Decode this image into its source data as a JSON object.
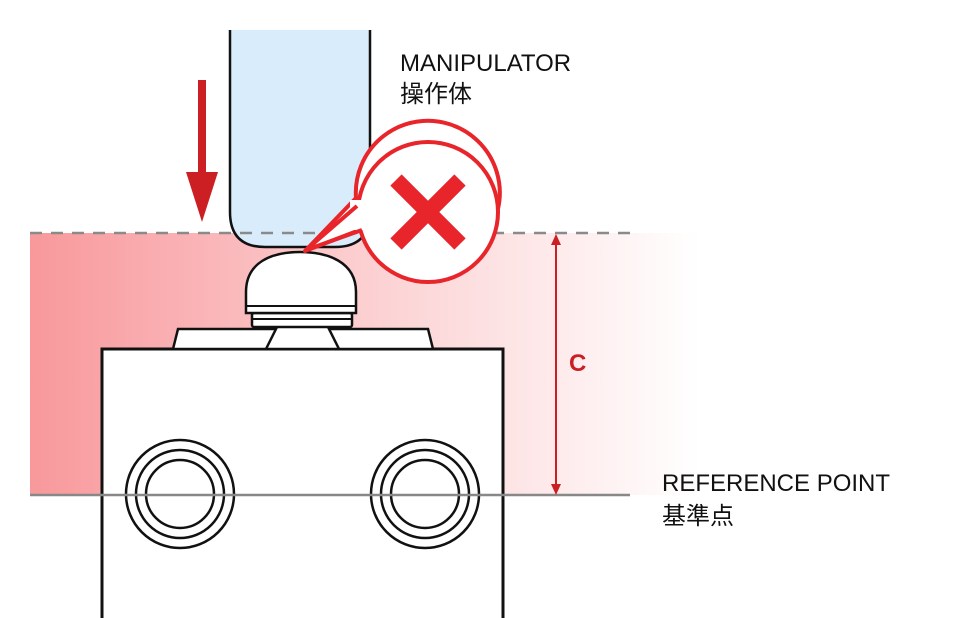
{
  "labels": {
    "manipulator_en": "MANIPULATOR",
    "manipulator_jp": "操作体",
    "reference_en": "REFERENCE POINT",
    "reference_jp": "基準点",
    "clearance": "C"
  },
  "colors": {
    "accent_red": "#cc1f24",
    "cross_red": "#e8252b",
    "zone_pink": "#f7868a",
    "manipulator_fill": "#d9ecfb",
    "outline": "#111111",
    "line_gray": "#888888",
    "dashed_gray": "#8a8a8a"
  },
  "icons": {
    "warning": "cross-icon",
    "direction": "down-arrow-icon"
  }
}
